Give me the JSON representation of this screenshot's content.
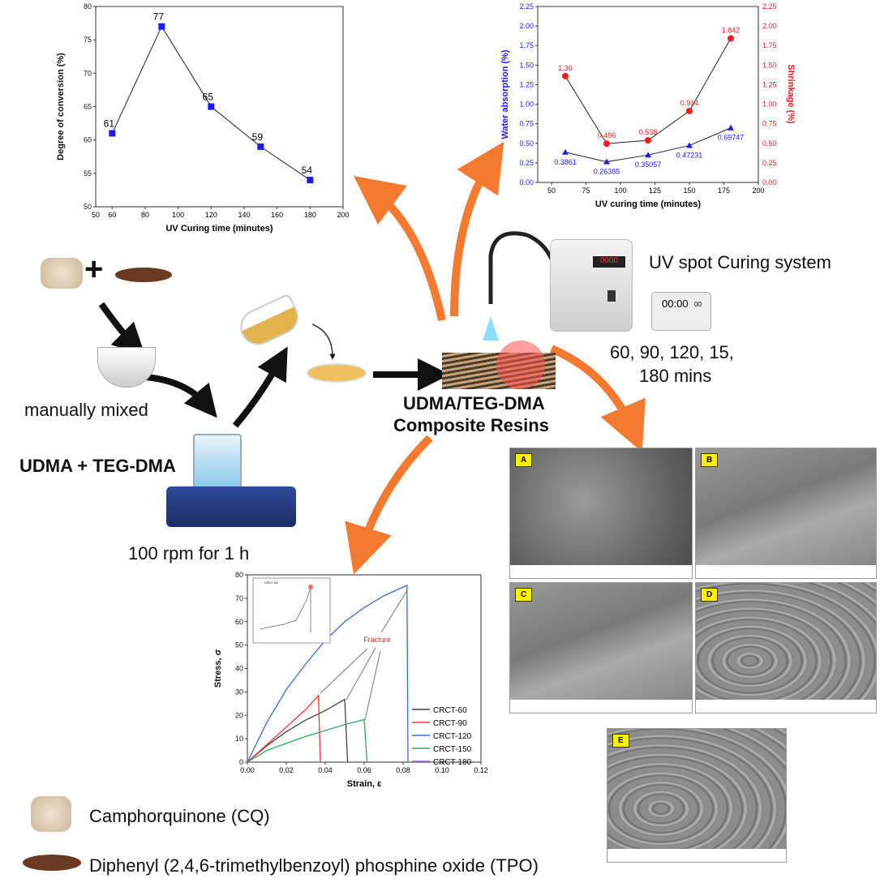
{
  "labels": {
    "manually_mixed": "manually mixed",
    "monomers": "UDMA + TEG-DMA",
    "stirring": "100 rpm for 1 h",
    "composite_line1": "UDMA/TEG-DMA",
    "composite_line2": "Composite Resins",
    "uv_system": "UV spot Curing system",
    "timer_display": "00:00",
    "timer_small": "00",
    "times_line1": "60, 90, 120, 15,",
    "times_line2": "180 mins",
    "cq": "Camphorquinone (CQ)",
    "tpo": "Diphenyl (2,4,6-trimethylbenzoyl) phosphine oxide (TPO)",
    "uv_device_display": "0000",
    "plus": "+"
  },
  "sem": [
    {
      "label": "A"
    },
    {
      "label": "B"
    },
    {
      "label": "C"
    },
    {
      "label": "D"
    },
    {
      "label": "E"
    }
  ],
  "colors": {
    "arrow": "#f47a30",
    "blue": "#1a1aff",
    "red": "#ff1a1a"
  },
  "chart_data": [
    {
      "type": "line",
      "title": "",
      "xlabel": "UV Curing time (minutes)",
      "ylabel": "Degree of conversion (%)",
      "xlim": [
        50,
        200
      ],
      "ylim": [
        50,
        80
      ],
      "xticks": [
        50,
        60,
        80,
        100,
        120,
        140,
        160,
        180,
        200
      ],
      "yticks": [
        50,
        55,
        60,
        65,
        70,
        75,
        80
      ],
      "x": [
        60,
        90,
        120,
        150,
        180
      ],
      "values": [
        61,
        77,
        65,
        59,
        54
      ],
      "data_labels": [
        "61",
        "77",
        "65",
        "59",
        "54"
      ]
    },
    {
      "type": "line",
      "xlabel": "UV curing time (minutes)",
      "ylabel": "Water absorption (%)",
      "ylabel_right": "Shrinkage (%)",
      "xlim": [
        40,
        200
      ],
      "ylim": [
        0,
        2.25
      ],
      "xticks": [
        50,
        75,
        100,
        125,
        150,
        175,
        200
      ],
      "yticks": [
        "0.00",
        "0.25",
        "0.50",
        "0.75",
        "1.00",
        "1.25",
        "1.50",
        "1.75",
        "2.00",
        "2.25"
      ],
      "x": [
        60,
        90,
        120,
        150,
        180
      ],
      "series": [
        {
          "name": "Water absorption",
          "values": [
            0.3861,
            0.26385,
            0.35057,
            0.47231,
            0.69747
          ],
          "data_labels": [
            "0.3861",
            "0.26385",
            "0.35057",
            "0.47231",
            "0.69747"
          ]
        },
        {
          "name": "Shrinkage",
          "values": [
            1.36,
            0.496,
            0.538,
            0.914,
            1.842
          ],
          "data_labels": [
            "1.36",
            "0.496",
            "0.538",
            "0.914",
            "1.842"
          ]
        }
      ]
    },
    {
      "type": "line",
      "xlabel": "Strain, ε",
      "ylabel": "Stress, σ",
      "xlim": [
        0,
        0.12
      ],
      "ylim": [
        0,
        80
      ],
      "xticks": [
        "0.00",
        "0.02",
        "0.04",
        "0.06",
        "0.08",
        "0.10",
        "0.12"
      ],
      "yticks": [
        "0",
        "10",
        "20",
        "30",
        "40",
        "50",
        "60",
        "70",
        "80"
      ],
      "annotation": "Fracture",
      "inset_legend": "CRCT-60",
      "series": [
        {
          "name": "CRCT-60",
          "color": "#444444",
          "points": [
            [
              0,
              0
            ],
            [
              0.01,
              7
            ],
            [
              0.02,
              13
            ],
            [
              0.03,
              18
            ],
            [
              0.04,
              22
            ],
            [
              0.05,
              26.8
            ],
            [
              0.0515,
              0
            ]
          ]
        },
        {
          "name": "CRCT-90",
          "color": "#ff3333",
          "points": [
            [
              0,
              0
            ],
            [
              0.01,
              7.5
            ],
            [
              0.02,
              15
            ],
            [
              0.03,
              22.5
            ],
            [
              0.0365,
              28.5
            ],
            [
              0.0375,
              0
            ]
          ]
        },
        {
          "name": "CRCT-120",
          "color": "#2f6fe0",
          "points": [
            [
              0,
              0
            ],
            [
              0.01,
              17
            ],
            [
              0.02,
              31
            ],
            [
              0.03,
              42
            ],
            [
              0.04,
              52
            ],
            [
              0.05,
              60
            ],
            [
              0.06,
              66
            ],
            [
              0.07,
              71
            ],
            [
              0.082,
              75.5
            ],
            [
              0.0825,
              0
            ]
          ]
        },
        {
          "name": "CRCT-150",
          "color": "#2eaa60",
          "points": [
            [
              0,
              0
            ],
            [
              0.01,
              5
            ],
            [
              0.02,
              8
            ],
            [
              0.03,
              11
            ],
            [
              0.04,
              13.5
            ],
            [
              0.05,
              16
            ],
            [
              0.06,
              18.2
            ],
            [
              0.0615,
              0
            ]
          ]
        },
        {
          "name": "CRCT-180",
          "color": "#b060e0",
          "points": []
        }
      ]
    }
  ]
}
